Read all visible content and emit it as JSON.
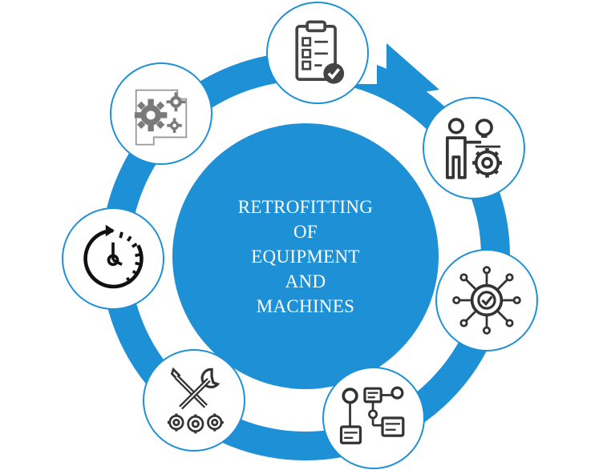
{
  "diagram": {
    "center_lines": [
      "RETROFITTING",
      "OF",
      "EQUIPMENT",
      "AND",
      "MACHINES"
    ],
    "colors": {
      "ring": "#1e90d6",
      "center": "#1e90d6",
      "text": "#ffffff",
      "icon_stroke": "#333333",
      "icon_muted": "#7a7a7a"
    },
    "icons": [
      {
        "name": "checklist-clipboard-icon"
      },
      {
        "name": "engineer-idea-gear-icon"
      },
      {
        "name": "network-gear-check-icon"
      },
      {
        "name": "workflow-process-icon"
      },
      {
        "name": "wrench-screwdriver-gears-icon"
      },
      {
        "name": "time-clock-icon"
      },
      {
        "name": "gears-settings-icon"
      }
    ]
  }
}
